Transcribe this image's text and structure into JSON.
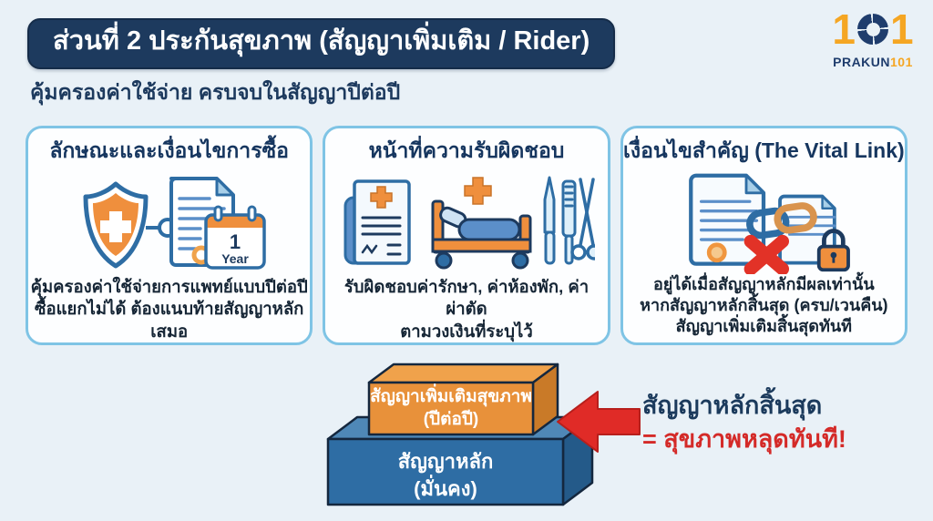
{
  "header": {
    "title": "ส่วนที่ 2 ประกันสุขภาพ (สัญญาเพิ่มเติม / Rider)",
    "subtitle": "คุ้มครองค่าใช้จ่าย ครบจบในสัญญาปีต่อปี"
  },
  "logo": {
    "digit_left": "1",
    "digit_right": "1",
    "brand_prefix": "PRAKUN",
    "brand_suffix": "101"
  },
  "cards": [
    {
      "title": "ลักษณะและเงื่อนไขการซื้อ",
      "icon": "shield-document-calendar-icon",
      "calendar_number": "1",
      "calendar_unit": "Year",
      "body_line1": "คุ้มครองค่าใช้จ่ายการแพทย์แบบปีต่อปี",
      "body_line2": "ซื้อแยกไม่ได้ ต้องแนบท้ายสัญญาหลักเสมอ"
    },
    {
      "title": "หน้าที่ความรับผิดชอบ",
      "icon": "medical-bill-hospital-bed-surgical-tools-icon",
      "body_line1": "รับผิดชอบค่ารักษา, ค่าห้องพัก, ค่าผ่าตัด",
      "body_line2": "ตามวงเงินที่ระบุไว้"
    },
    {
      "title": "เงื่อนไขสำคัญ (The Vital Link)",
      "icon": "linked-documents-broken-chain-lock-icon",
      "body_line1": "อยู่ได้เมื่อสัญญาหลักมีผลเท่านั้น",
      "body_line2": "หากสัญญาหลักสิ้นสุด (ครบ/เวนคืน)",
      "body_line3": "สัญญาเพิ่มเติมสิ้นสุดทันที"
    }
  ],
  "diagram": {
    "rider_box_line1": "สัญญาเพิ่มเติมสุขภาพ",
    "rider_box_line2": "(ปีต่อปี)",
    "base_box_line1": "สัญญาหลัก",
    "base_box_line2": "(มั่นคง)",
    "callout_line1": "สัญญาหลักสิ้นสุด",
    "callout_line2": "= สุขภาพหลุดทันที!"
  },
  "colors": {
    "background": "#e9f1f7",
    "header_bg": "#1d3a5e",
    "card_border": "#7fc4e5",
    "navy_text": "#16365f",
    "orange": "#ef8f3d",
    "blue": "#2e6da4",
    "rider_box_orange": "#e8913a",
    "base_box_blue": "#2e6da4",
    "arrow_red": "#e02b27",
    "callout_red": "#d42a28"
  }
}
